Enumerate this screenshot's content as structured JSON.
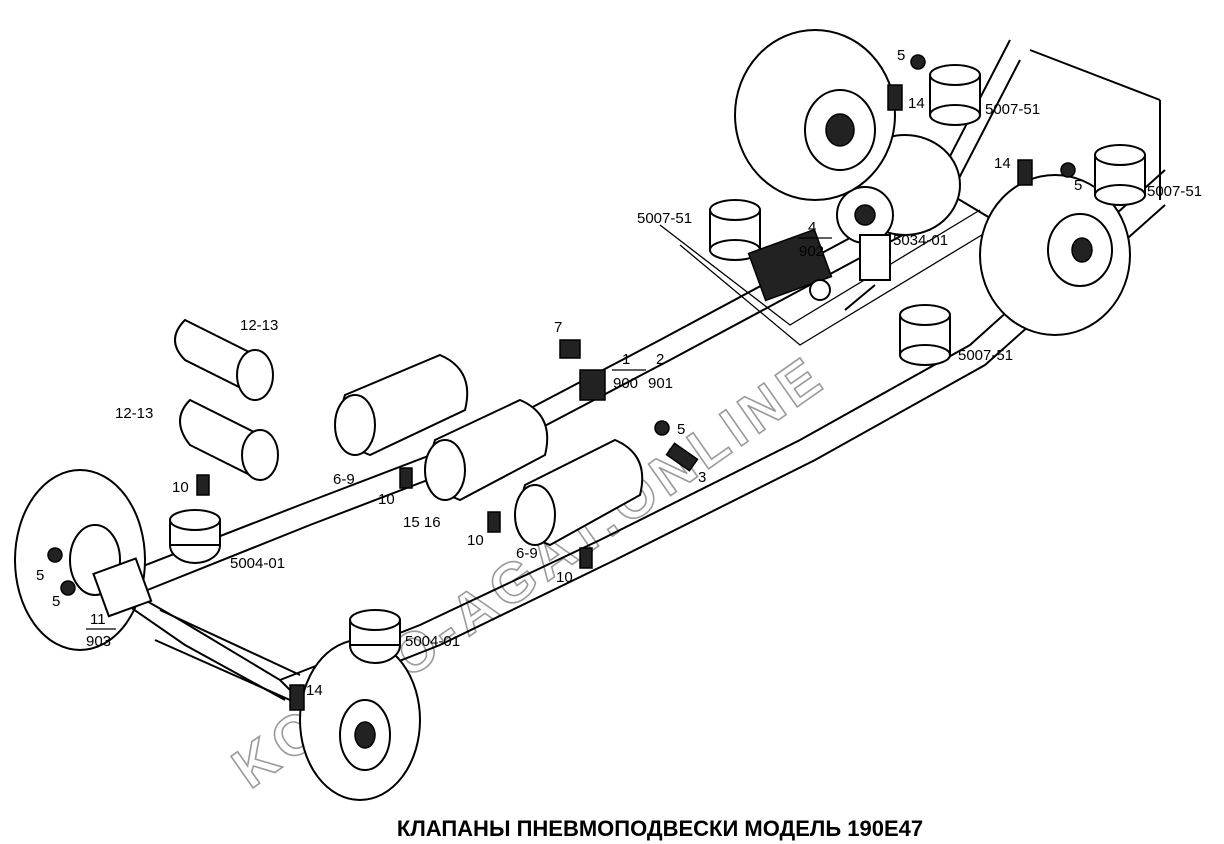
{
  "title": "КЛАПАНЫ ПНЕВМОПОДВЕСКИ  МОДЕЛЬ 190E47",
  "watermark": "KOMPO-AGAT.ONLINE",
  "labels": {
    "l_12_13_top": "12-13",
    "l_12_13_bot": "12-13",
    "l_10_a": "10",
    "l_10_b": "10",
    "l_10_c": "10",
    "l_10_d": "10",
    "l_6_9_a": "6-9",
    "l_6_9_b": "6-9",
    "l_15_16": "15  16",
    "l_5004_a": "5004-01",
    "l_5004_b": "5004-01",
    "l_5_a": "5",
    "l_5_b": "5",
    "l_5_c": "5",
    "l_5_d": "5",
    "l_5_e": "5",
    "l_11": "11",
    "l_903": "903",
    "l_14_a": "14",
    "l_14_b": "14",
    "l_14_c": "14",
    "l_7": "7",
    "l_1": "1",
    "l_900": "900",
    "l_2": "2",
    "l_901": "901",
    "l_3": "3",
    "l_4": "4",
    "l_902": "902",
    "l_5034": "5034-01",
    "l_5007_a": "5007-51",
    "l_5007_b": "5007-51",
    "l_5007_c": "5007-51",
    "l_5007_d": "5007-51"
  }
}
